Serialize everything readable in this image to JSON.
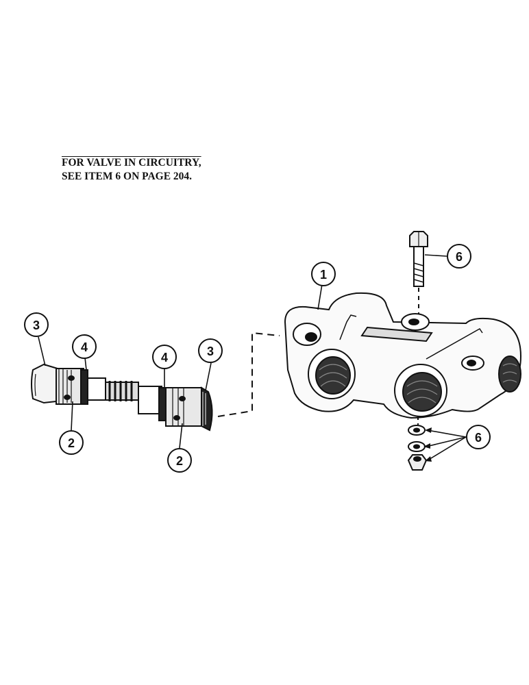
{
  "note": {
    "line1": "FOR VALVE IN CIRCUITRY,",
    "line2": "SEE ITEM 6 ON PAGE 204."
  },
  "callouts": {
    "c1": "1",
    "c2a": "2",
    "c2b": "2",
    "c3a": "3",
    "c3b": "3",
    "c4a": "4",
    "c4b": "4",
    "c6a": "6",
    "c6b": "6"
  }
}
